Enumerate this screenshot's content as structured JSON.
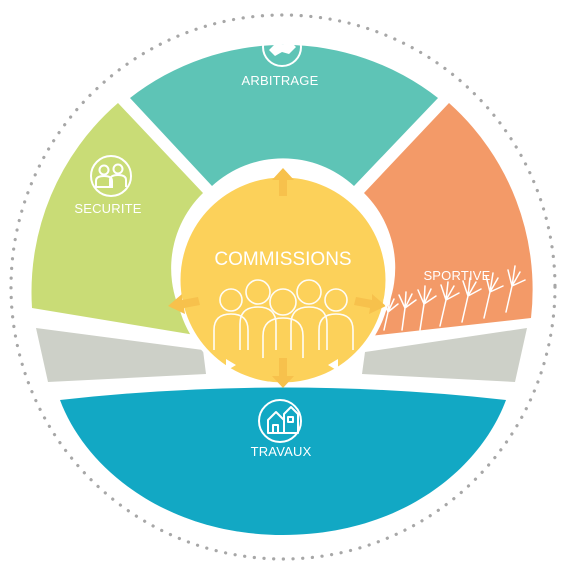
{
  "diagram": {
    "center": {
      "label": "COMMISSIONS",
      "color": "#fcd15a"
    },
    "segments": {
      "arbitrage": {
        "label": "ARBITRAGE",
        "color": "#5ec4b6",
        "icon": "handshake-icon"
      },
      "securite": {
        "label": "SECURITE",
        "color": "#c9dc76",
        "icon": "people-group-icon"
      },
      "sportive": {
        "label": "SPORTIVE",
        "color": "#f39a68",
        "icon": "raised-hands-icon"
      },
      "travaux": {
        "label": "TRAVAUX",
        "color": "#12a8c4",
        "icon": "houses-icon"
      }
    },
    "accent_arrow": "#f7c14c",
    "band_color": "#cdd0c8",
    "ring_dots": "#a7a7a7"
  }
}
